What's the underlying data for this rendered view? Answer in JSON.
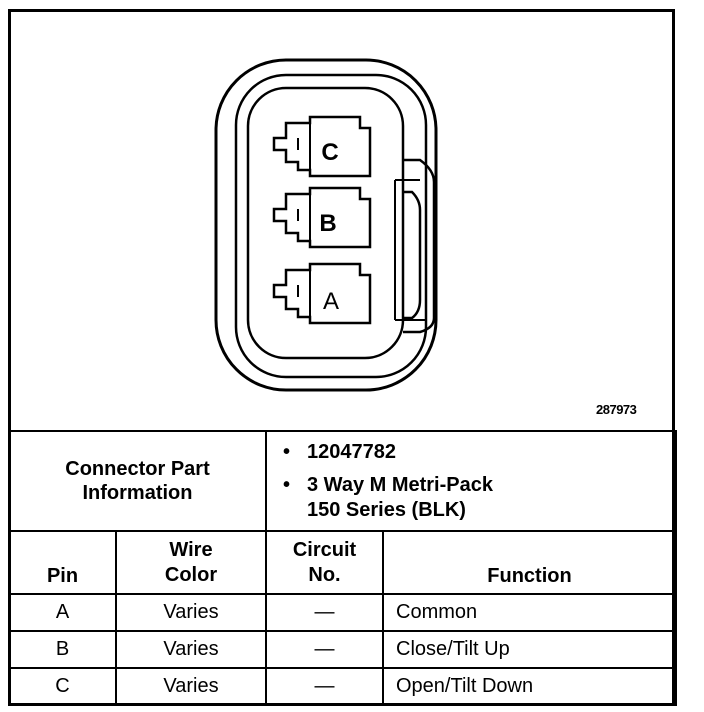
{
  "diagram": {
    "pins": [
      "C",
      "B",
      "A"
    ],
    "reference_number": "287973"
  },
  "connector_info": {
    "label_line1": "Connector Part",
    "label_line2": "Information",
    "part_number": "12047782",
    "description_line1": "3 Way M Metri-Pack",
    "description_line2": "150 Series (BLK)",
    "bullet": "•"
  },
  "table": {
    "headers": {
      "pin": "Pin",
      "wire_color_line1": "Wire",
      "wire_color_line2": "Color",
      "circuit_line1": "Circuit",
      "circuit_line2": "No.",
      "function": "Function"
    },
    "rows": [
      {
        "pin": "A",
        "wire_color": "Varies",
        "circuit": "—",
        "function": "Common"
      },
      {
        "pin": "B",
        "wire_color": "Varies",
        "circuit": "—",
        "function": "Close/Tilt Up"
      },
      {
        "pin": "C",
        "wire_color": "Varies",
        "circuit": "—",
        "function": "Open/Tilt Down"
      }
    ]
  }
}
